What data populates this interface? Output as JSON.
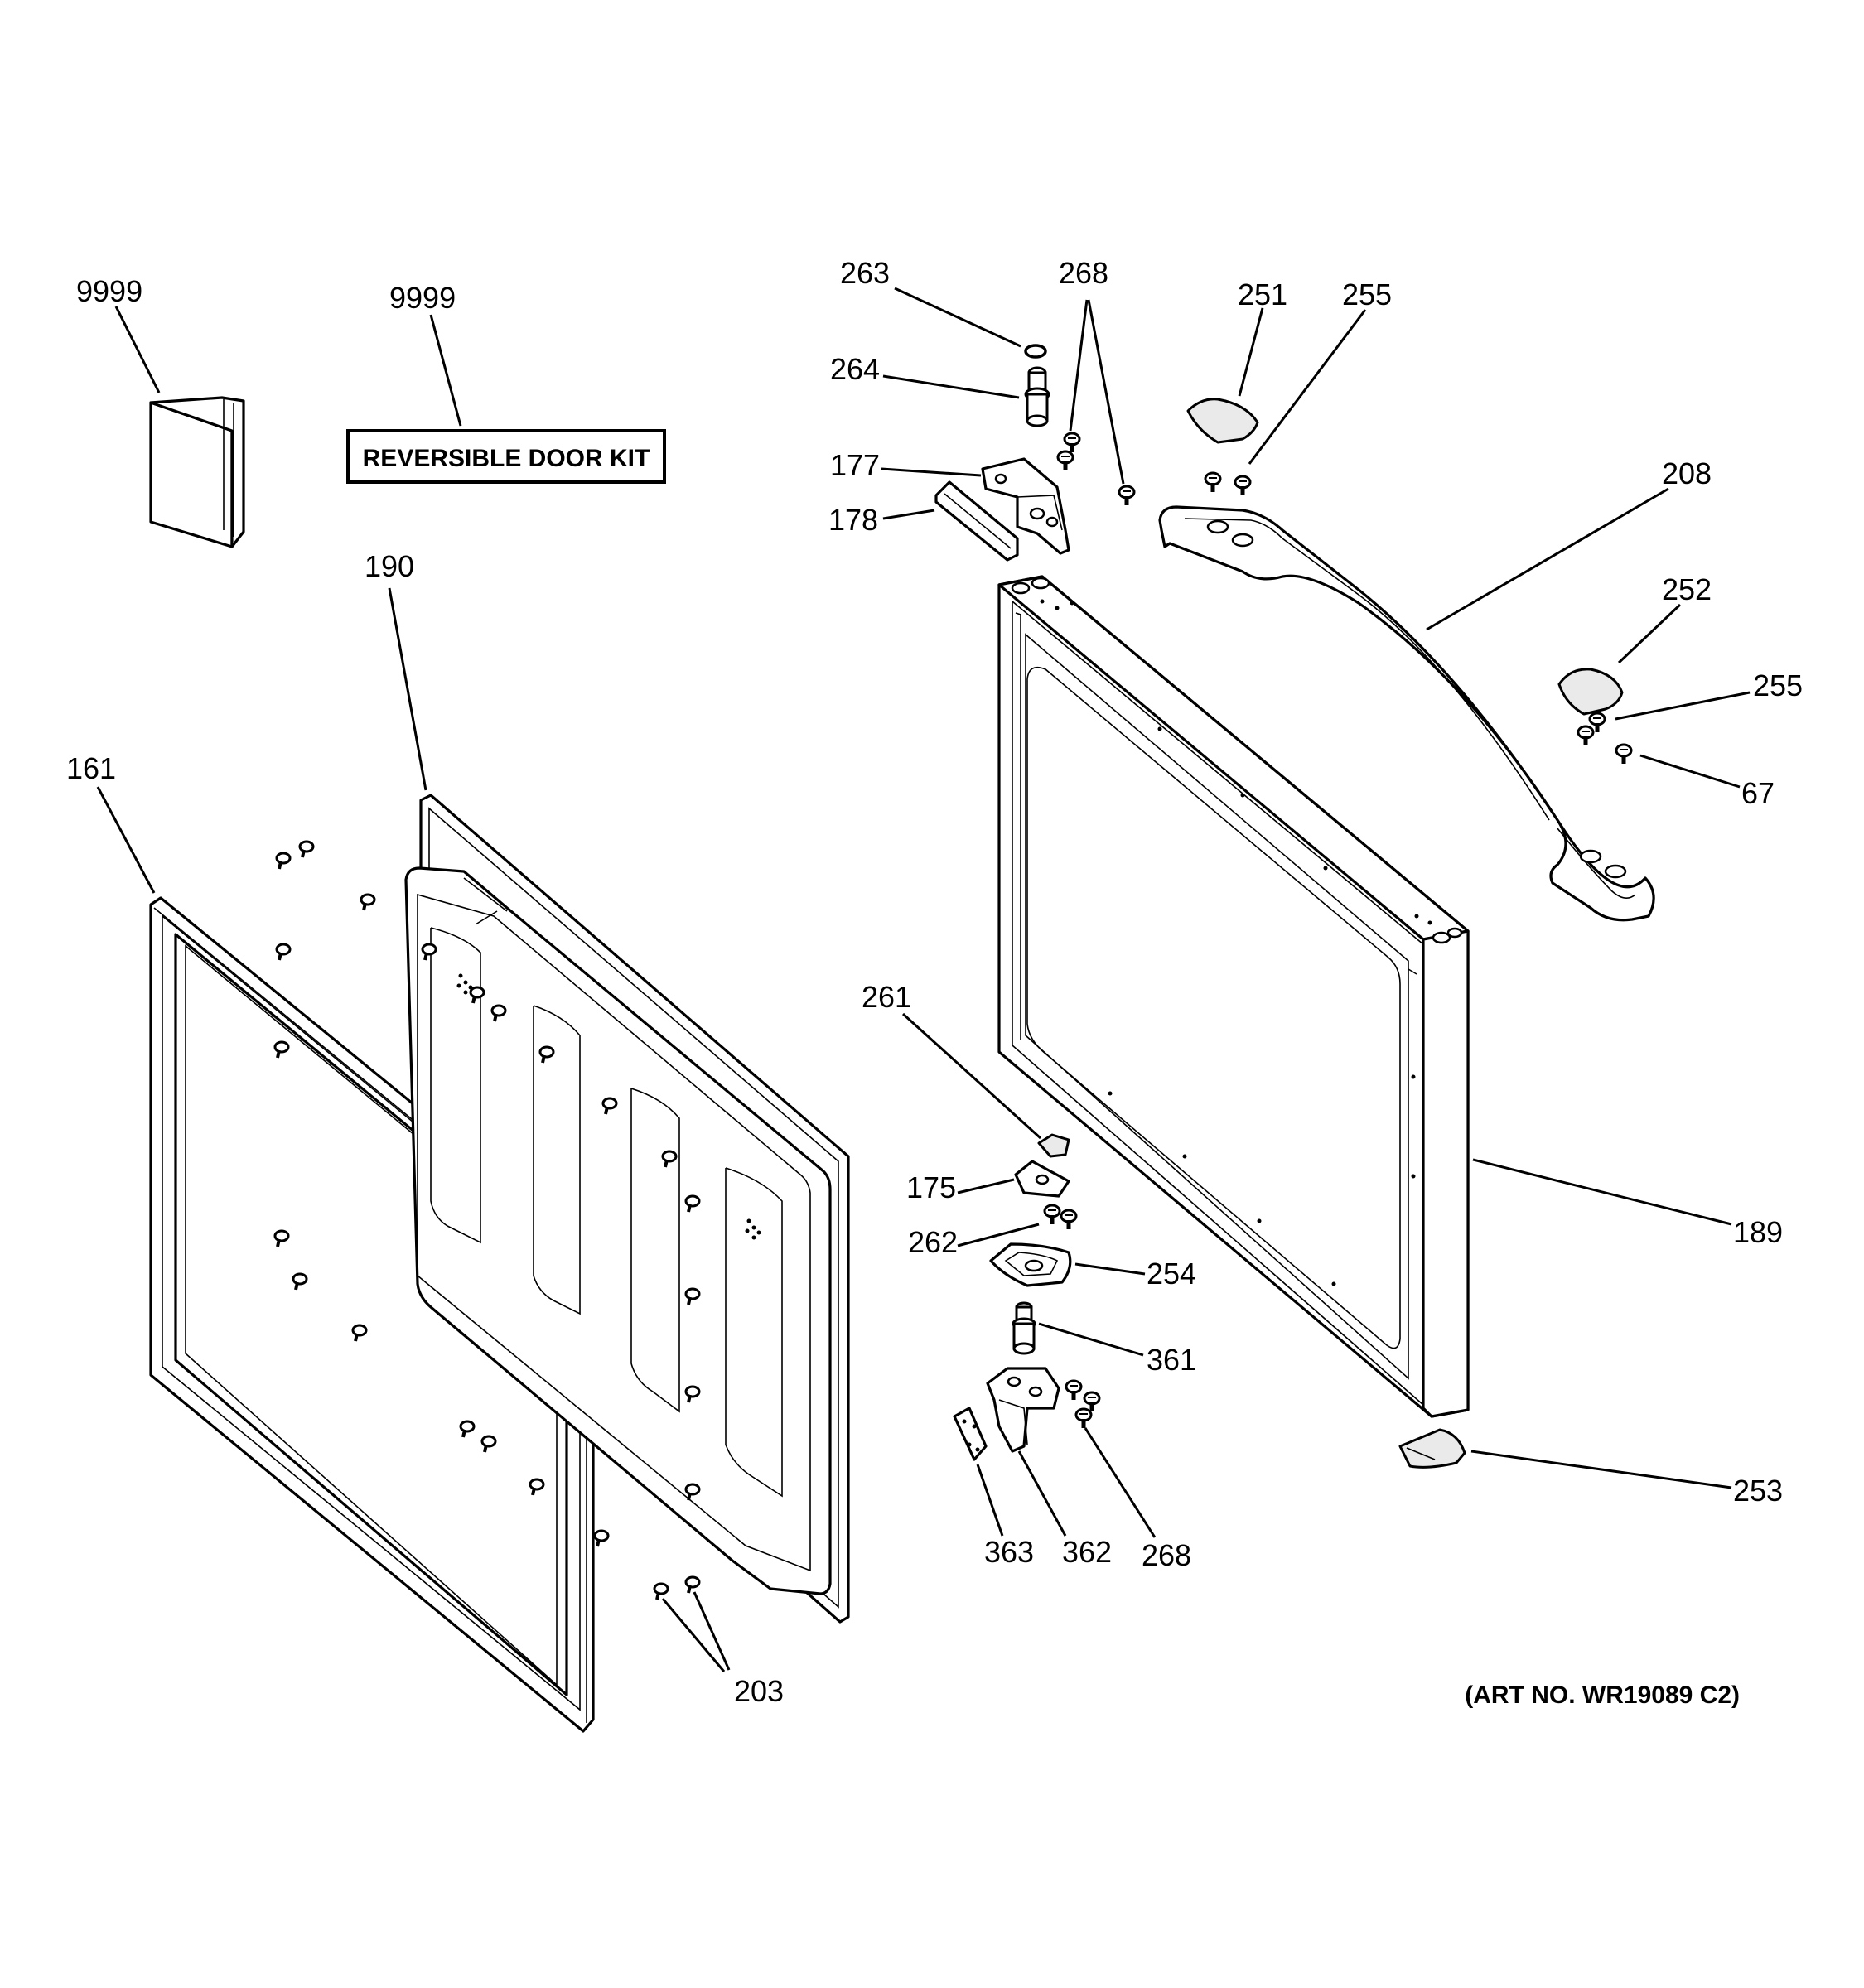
{
  "labels": {
    "l9999a": "9999",
    "l9999b": "9999",
    "l190": "190",
    "l161": "161",
    "l203": "203",
    "l263": "263",
    "l268a": "268",
    "l251": "251",
    "l255a": "255",
    "l264": "264",
    "l177": "177",
    "l178": "178",
    "l208": "208",
    "l252": "252",
    "l255b": "255",
    "l67": "67",
    "l261": "261",
    "l175": "175",
    "l262": "262",
    "l254": "254",
    "l361": "361",
    "l189": "189",
    "l253": "253",
    "l363": "363",
    "l362": "362",
    "l268b": "268"
  },
  "kit_label": "REVERSIBLE DOOR KIT",
  "art_number": "(ART NO. WR19089 C2)",
  "icons": [
    "manual-booklet-icon",
    "screw-icon",
    "hinge-icon",
    "cap-icon"
  ]
}
